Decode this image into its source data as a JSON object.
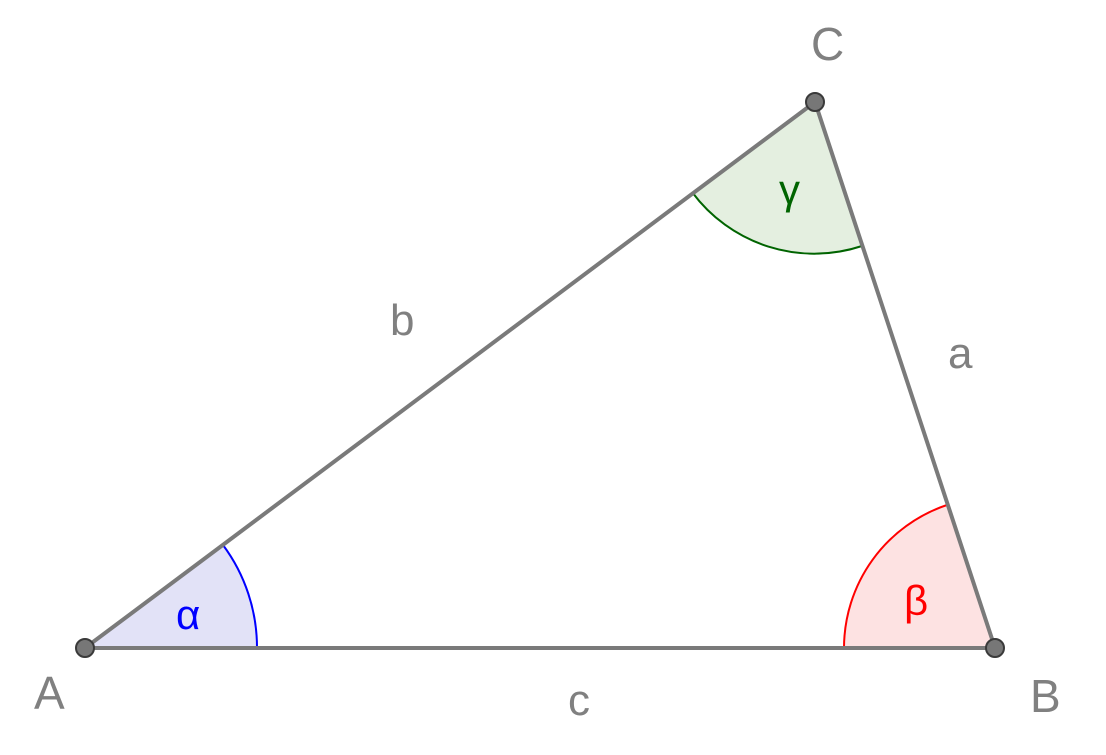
{
  "vertices": {
    "A": {
      "label": "A"
    },
    "B": {
      "label": "B"
    },
    "C": {
      "label": "C"
    }
  },
  "sides": {
    "a": {
      "label": "a"
    },
    "b": {
      "label": "b"
    },
    "c": {
      "label": "c"
    }
  },
  "angles": {
    "alpha": {
      "label": "α",
      "color": "#0000ff",
      "fill": "#e2e2f7"
    },
    "beta": {
      "label": "β",
      "color": "#ff0000",
      "fill": "#fde2e2"
    },
    "gamma": {
      "label": "γ",
      "color": "#006400",
      "fill": "#e4efe0"
    }
  },
  "colors": {
    "side": "#7a7a7a",
    "vertex_fill": "#777777",
    "label": "#808080"
  }
}
